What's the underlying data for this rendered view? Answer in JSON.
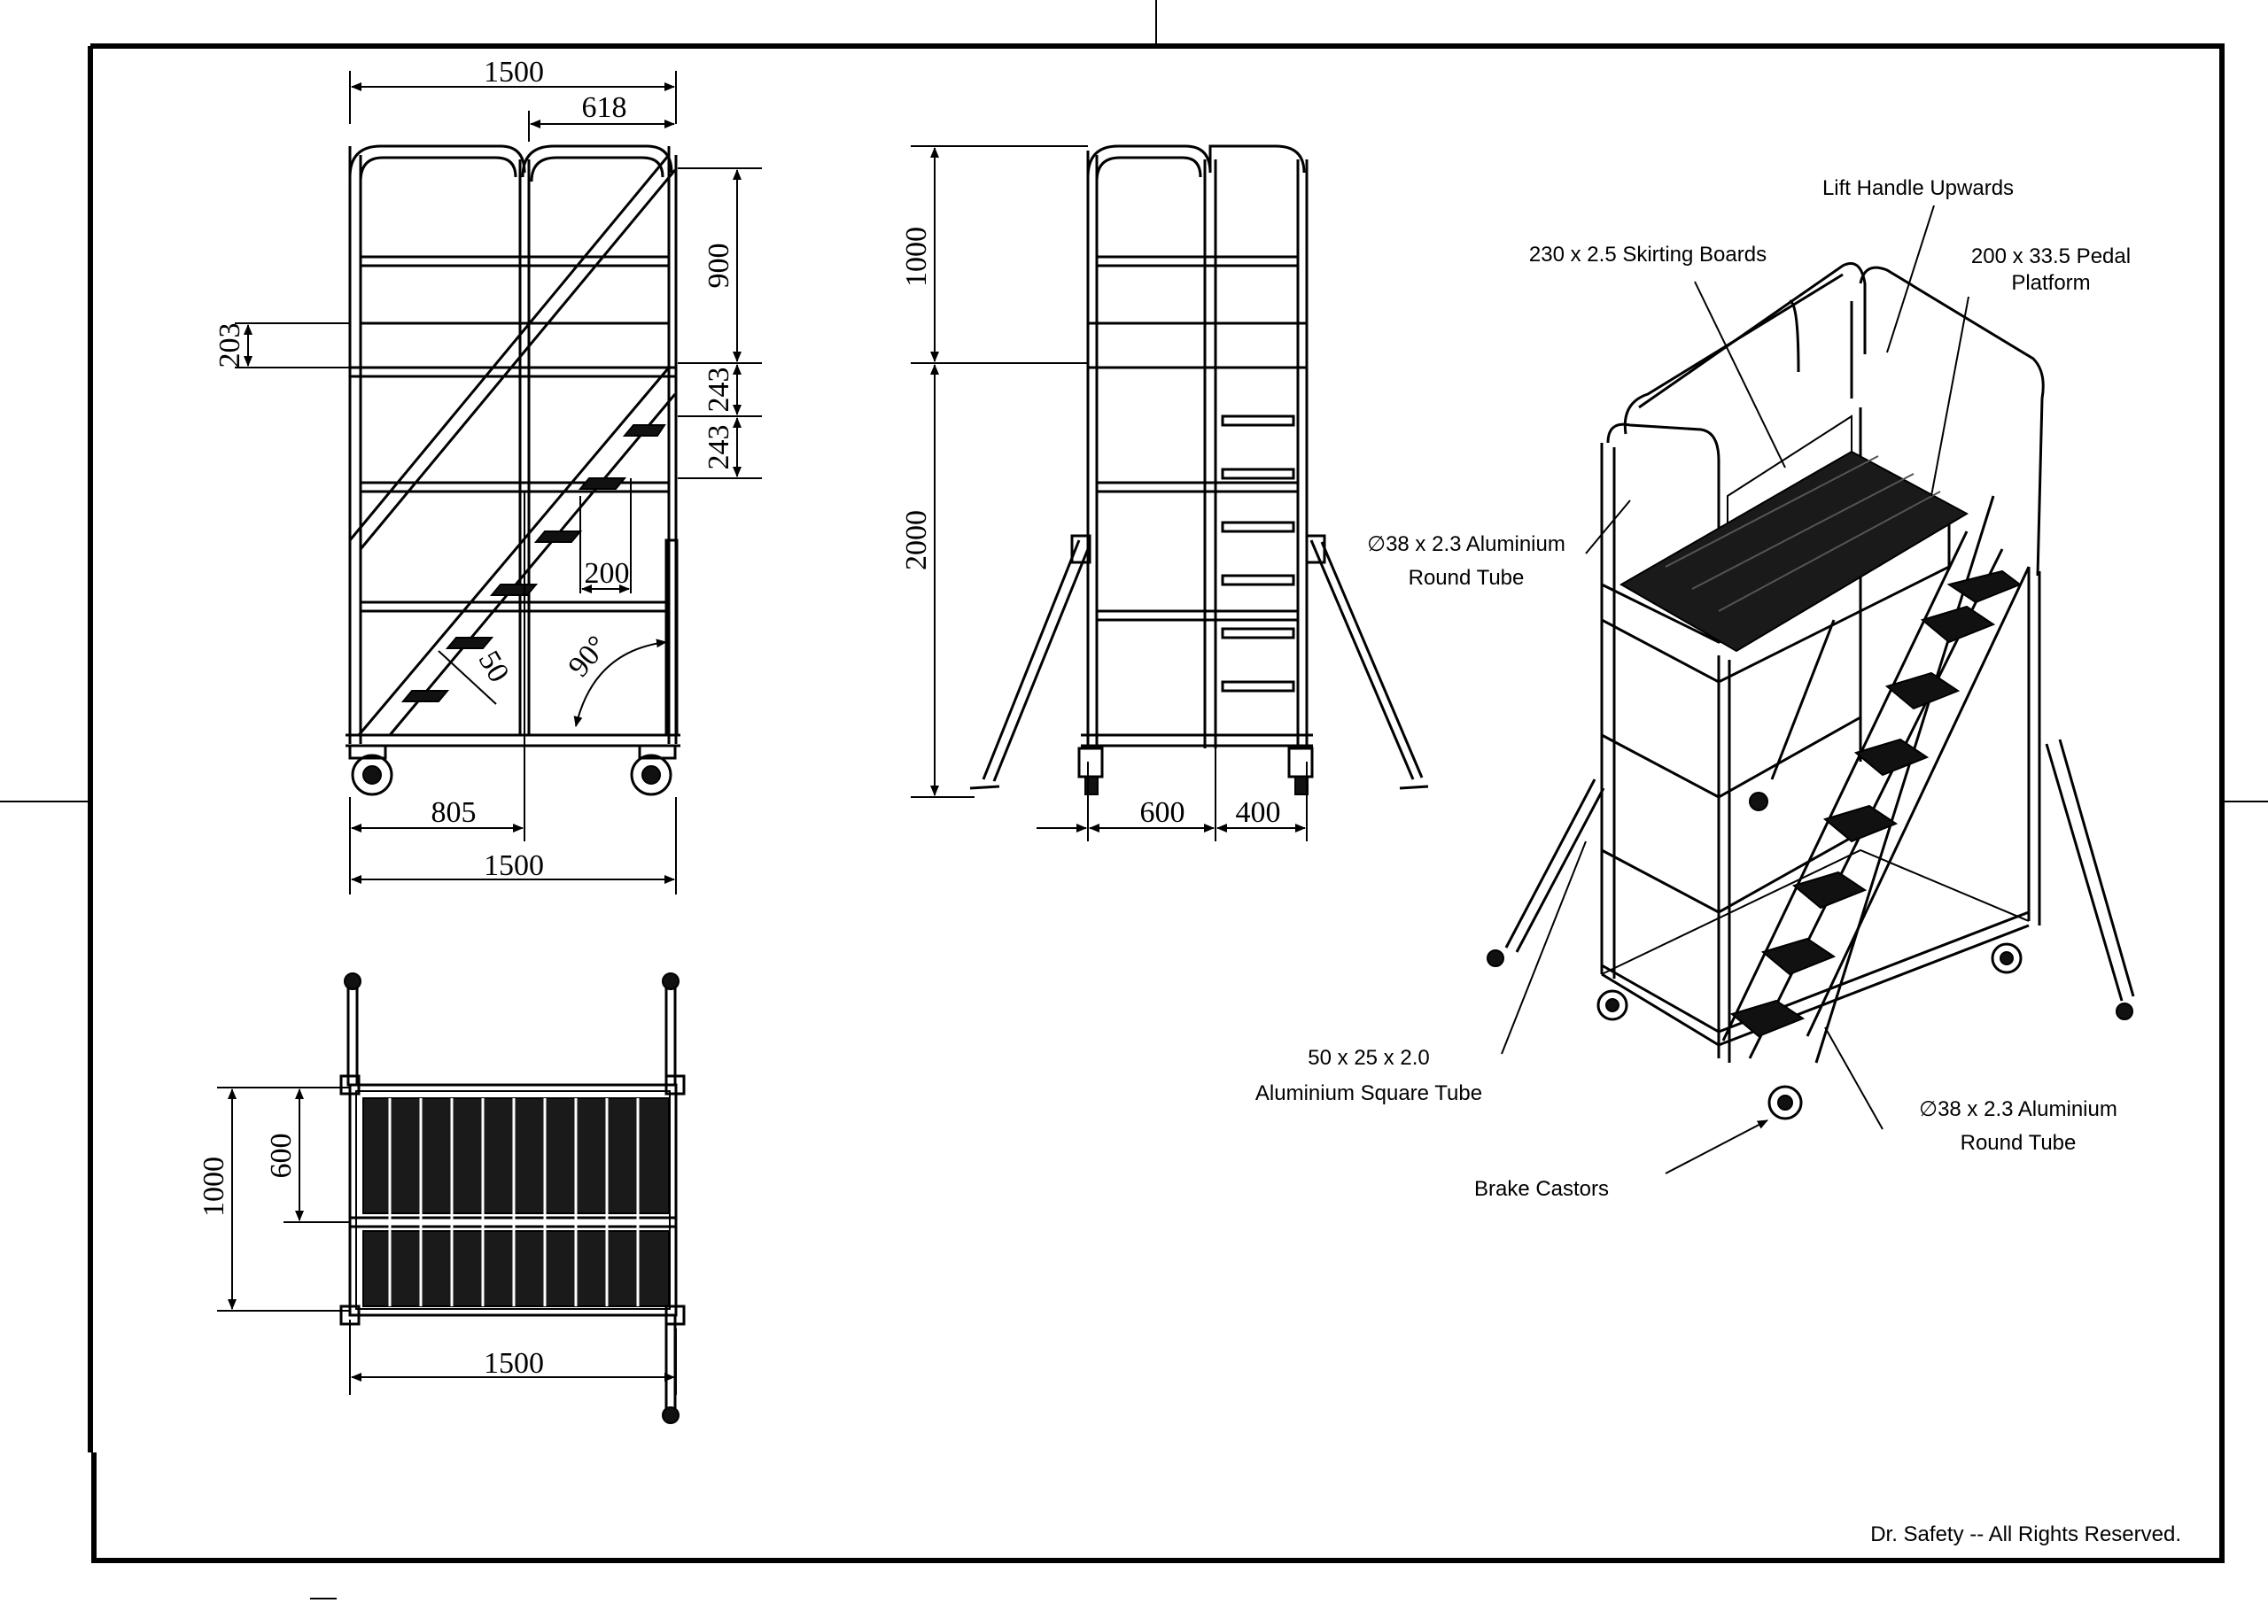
{
  "copyright": "Dr. Safety -- All Rights Reserved.",
  "front_view": {
    "dims": {
      "top_width": "1500",
      "handle_offset": "618",
      "rail_height": "900",
      "board_height": "203",
      "step_rise_1": "243",
      "step_rise_2": "243",
      "step_depth": "200",
      "step_width": "50",
      "angle": "90°",
      "base_offset": "805",
      "bottom_width": "1500"
    }
  },
  "side_view": {
    "dims": {
      "rail_height": "1000",
      "platform_height": "2000",
      "base_width": "600",
      "ladder_width": "400"
    }
  },
  "top_view": {
    "dims": {
      "depth": "1000",
      "platform_depth": "600",
      "width": "1500"
    }
  },
  "callouts": {
    "lift_handle": "Lift Handle Upwards",
    "skirting": "230 x 2.5 Skirting Boards",
    "pedal_line1": "200 x 33.5 Pedal",
    "pedal_line2": "Platform",
    "round_tube_top_line1": "∅38 x 2.3 Aluminium",
    "round_tube_top_line2": "Round Tube",
    "square_tube_line1": "50 x 25 x 2.0",
    "square_tube_line2": "Aluminium Square Tube",
    "round_tube_bottom_line1": "∅38 x 2.3 Aluminium",
    "round_tube_bottom_line2": "Round Tube",
    "brake_castors": "Brake Castors"
  }
}
